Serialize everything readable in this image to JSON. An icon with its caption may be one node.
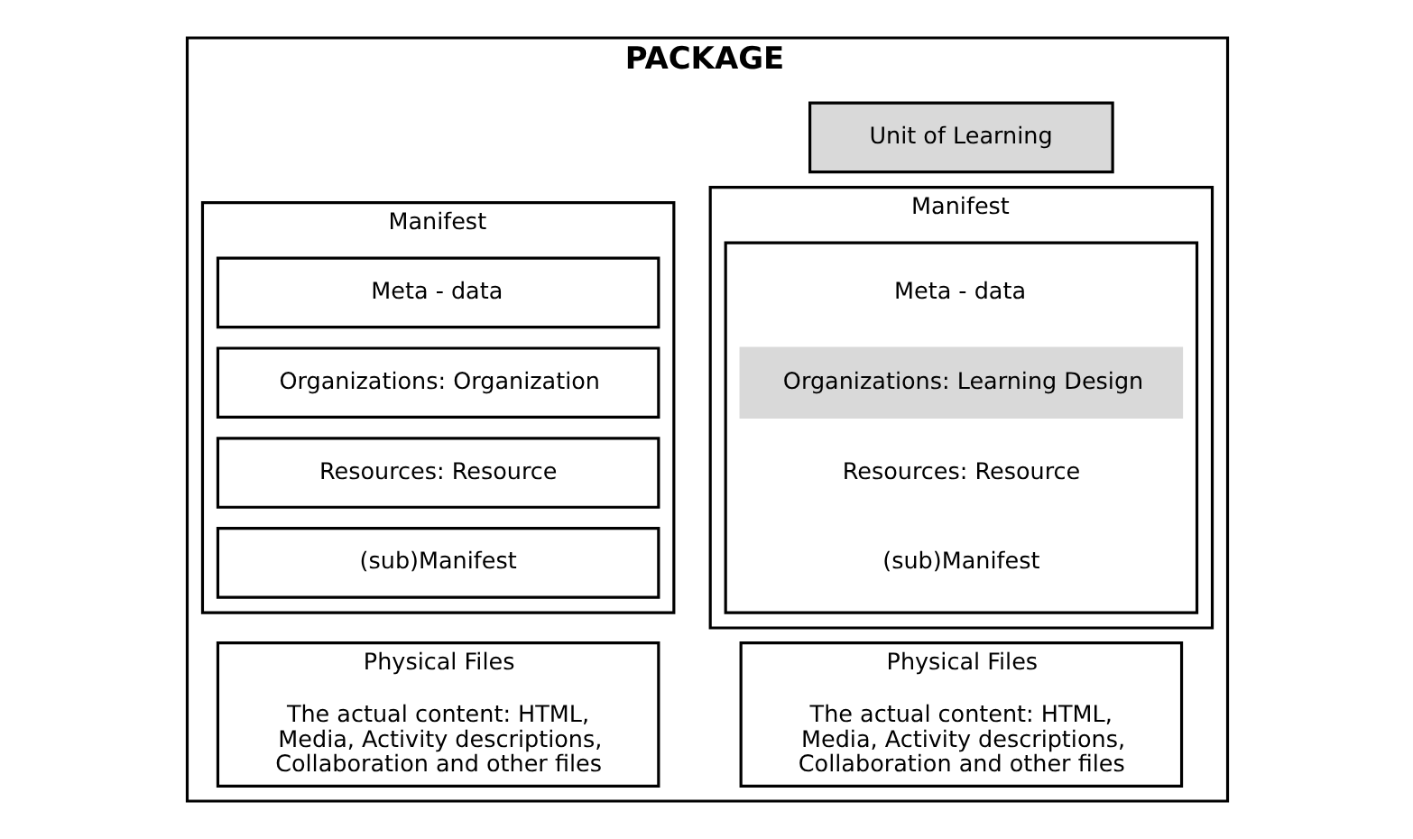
{
  "diagram": {
    "nodes": [
      {
        "text": [
          "PACKAGE"
        ]
      },
      {
        "text": [
          "Manifest"
        ],
        "in": 0
      },
      {
        "text": [
          "Meta - data"
        ],
        "in": 1
      },
      {
        "text": [
          "Organizations: Organization"
        ],
        "in": 1
      },
      {
        "text": [
          "Resources: Resource"
        ],
        "in": 1
      },
      {
        "text": [
          "(sub)Manifest"
        ],
        "in": 1
      },
      {
        "text": [
          "Physical Files",
          "The actual content: HTML, Media, Activity descriptions, Collaboration and other files"
        ],
        "in": 0
      },
      {
        "text": [
          "Unit of Learning"
        ],
        "in": 0
      },
      {
        "text": [
          "Manifest"
        ],
        "in": 0
      },
      {
        "text": [],
        "shape": "box",
        "in": 8
      },
      {
        "text": [
          "Meta - data"
        ],
        "in": 9
      },
      {
        "text": [
          "Organizations: Learning Design"
        ],
        "in": 9
      },
      {
        "text": [
          "Resources: Resource"
        ],
        "in": 9
      },
      {
        "text": [
          "(sub)Manifest"
        ],
        "in": 9
      },
      {
        "text": [
          "Physical Files",
          "The actual content: HTML, Media, Activity descriptions, Collaboration and other files"
        ],
        "in": 0
      }
    ],
    "edges": []
  }
}
